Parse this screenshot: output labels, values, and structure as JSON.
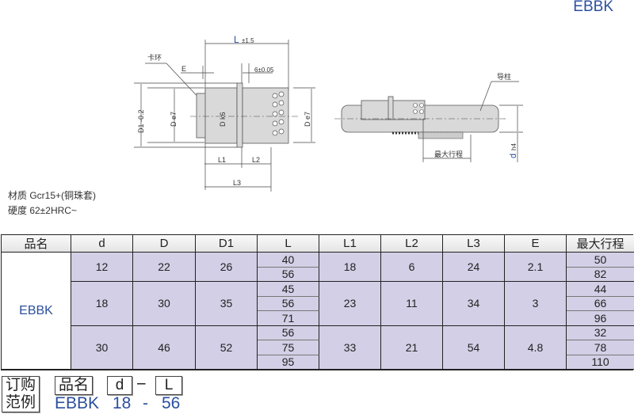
{
  "title": "EBBK",
  "drawing": {
    "label_L": "L",
    "label_L_tol": "±1.5",
    "label_ring": "卡环",
    "label_E": "E",
    "label_6": "6±0.05",
    "label_D1": "D1 -0.2",
    "label_De7": "D e7",
    "label_Dk6": "D k6",
    "label_De7_right": "D e7",
    "label_L1": "L1",
    "label_L2": "L2",
    "label_L3": "L3",
    "label_guide": "导柱",
    "label_stroke": "最大行程",
    "label_d": "d",
    "label_h4": "h4"
  },
  "material": {
    "line1": "材质  Gcr15+(铜珠套)",
    "line2": "硬度  62±2HRC~"
  },
  "table": {
    "headers": [
      "品名",
      "d",
      "D",
      "D1",
      "L",
      "L1",
      "L2",
      "L3",
      "E",
      "最大行程"
    ],
    "name": "EBBK",
    "groups": [
      {
        "d": "12",
        "D": "22",
        "D1": "26",
        "L": [
          "40",
          "56"
        ],
        "L1": "18",
        "L2": "6",
        "L3": "24",
        "E": "2.1",
        "stroke": [
          "50",
          "82"
        ]
      },
      {
        "d": "18",
        "D": "30",
        "D1": "35",
        "L": [
          "45",
          "56",
          "71"
        ],
        "L1": "23",
        "L2": "11",
        "L3": "34",
        "E": "3",
        "stroke": [
          "44",
          "66",
          "96"
        ]
      },
      {
        "d": "30",
        "D": "46",
        "D1": "52",
        "L": [
          "56",
          "75",
          "95"
        ],
        "L1": "33",
        "L2": "21",
        "L3": "54",
        "E": "4.8",
        "stroke": [
          "32",
          "78",
          "110"
        ]
      }
    ]
  },
  "order": {
    "label_line1": "订购",
    "label_line2": "范例",
    "box_name": "品名",
    "box_d": "d",
    "dash": "–",
    "box_L": "L",
    "example_name": "EBBK",
    "example_d": "18",
    "example_sep": "-",
    "example_L": "56"
  }
}
